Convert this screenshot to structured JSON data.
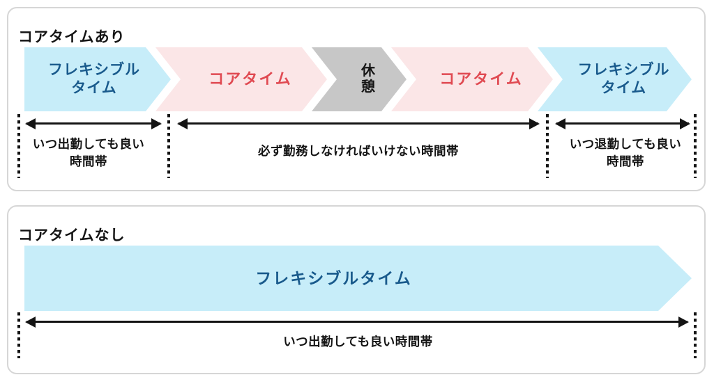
{
  "colors": {
    "cyan": "#c7edf9",
    "pink": "#fbe6e7",
    "gray": "#c7c7c7",
    "blue_text": "#195a8c",
    "red_text": "#e04a52",
    "ink": "#141414",
    "border": "#d6d6d6"
  },
  "panel_with_core": {
    "title": "コアタイムあり",
    "chevrons": [
      {
        "label": "フレキシブル\nタイム",
        "type": "flexible-time"
      },
      {
        "label": "コアタイム",
        "type": "core-time"
      },
      {
        "label": "休\n憩",
        "type": "break"
      },
      {
        "label": "コアタイム",
        "type": "core-time"
      },
      {
        "label": "フレキシブル\nタイム",
        "type": "flexible-time"
      }
    ],
    "ranges": [
      {
        "label": "いつ出勤しても良い\n時間帯"
      },
      {
        "label": "必ず勤務しなければいけない時間帯"
      },
      {
        "label": "いつ退勤しても良い\n時間帯"
      }
    ]
  },
  "panel_no_core": {
    "title": "コアタイムなし",
    "arrow_label": "フレキシブルタイム",
    "range_label": "いつ出勤しても良い時間帯"
  }
}
